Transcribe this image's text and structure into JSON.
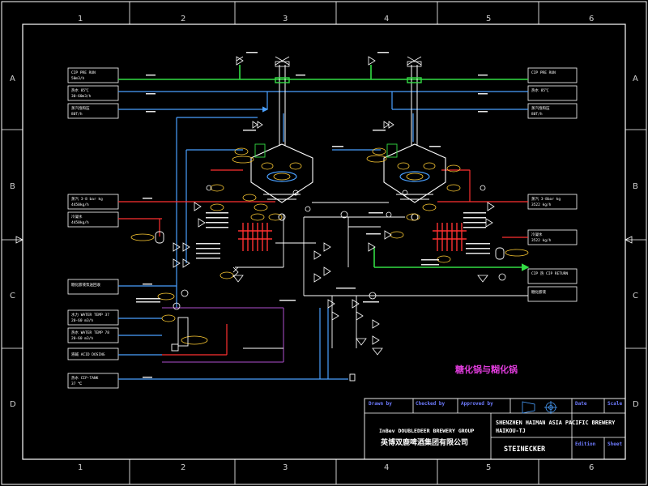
{
  "drawing": {
    "grid": {
      "columns": [
        "1",
        "2",
        "3",
        "4",
        "5",
        "6"
      ],
      "rows": [
        "A",
        "B",
        "C",
        "D"
      ]
    },
    "title_cn": "糖化锅与糊化锅",
    "inputs_left": [
      {
        "id": "cip-pre-run-left",
        "line1": "CIP PRE RUN",
        "line2": "50m3/h",
        "color": "#33dd44"
      },
      {
        "id": "water-left",
        "line1": "热水 85℃",
        "line2": "30-60m3/h",
        "color": "#4aa0ff"
      },
      {
        "id": "steam-left",
        "line1": "蒸汽饱和压",
        "line2": "80T/h",
        "color": "#4aa0ff"
      },
      {
        "id": "steam-2-left",
        "line1": "蒸汽 3-8 bar kg",
        "line2": "4450kg/h",
        "color": "#ff3030"
      },
      {
        "id": "condensate-left",
        "line1": "冷凝水",
        "line2": "4450kg/h",
        "color": "#ff3030"
      },
      {
        "id": "malt-left",
        "line1": "糖化醪液泵送回收",
        "line2": "",
        "color": "#4aa0ff"
      },
      {
        "id": "water-mix-left",
        "line1": "水力 WATER TEMP 37",
        "line2": "20-60 m3/h",
        "color": "#4aa0ff"
      },
      {
        "id": "water-mix2-left",
        "line1": "热水 WATER TEMP 78",
        "line2": "20-60 m3/h",
        "color": "#4aa0ff"
      },
      {
        "id": "acid-left",
        "line1": "液碱 ACID DOSING",
        "line2": "",
        "color": "#4aa0ff"
      },
      {
        "id": "cip-left",
        "line1": "热水 CIP-TANK",
        "line2": "37 ℃",
        "color": "#4aa0ff"
      }
    ],
    "inputs_right": [
      {
        "id": "cip-pre-run-right",
        "line1": "CIP PRE RUN",
        "line2": "",
        "color": "#33dd44"
      },
      {
        "id": "water-right",
        "line1": "热水 85℃",
        "line2": "",
        "color": "#4aa0ff"
      },
      {
        "id": "steam-right",
        "line1": "蒸汽饱和压",
        "line2": "80T/h",
        "color": "#4aa0ff"
      },
      {
        "id": "steam-2-right",
        "line1": "蒸汽 3-8bar kg",
        "line2": "3522 kg/h",
        "color": "#ff3030"
      },
      {
        "id": "condensate-right",
        "line1": "冷凝水",
        "line2": "3522 kg/h",
        "color": "#ff3030"
      },
      {
        "id": "cip-return-right",
        "line1": "CIP 热 CIP RETURN",
        "line2": "",
        "color": "#33dd44"
      },
      {
        "id": "mash-transfer-right",
        "line1": "糖化醪液",
        "line2": "",
        "color": "#ffffff"
      }
    ],
    "title_block": {
      "drawn_by_label": "Drawn by",
      "checked_by_label": "Checked by",
      "approved_by_label": "Approved by",
      "date_label": "Date",
      "scale_label": "Scale",
      "company_en": "InBev DOUBLEDEER BREWERY GROUP",
      "company_cn": "英博双鹿啤酒集团有限公司",
      "project_line1": "SHENZHEN HAIMAN ASIA PACIFIC BREWERY",
      "project_line2": "HAIKOU-TJ",
      "maker": "STEINECKER",
      "edition_label": "Edition",
      "sheet_label": "Sheet"
    }
  }
}
